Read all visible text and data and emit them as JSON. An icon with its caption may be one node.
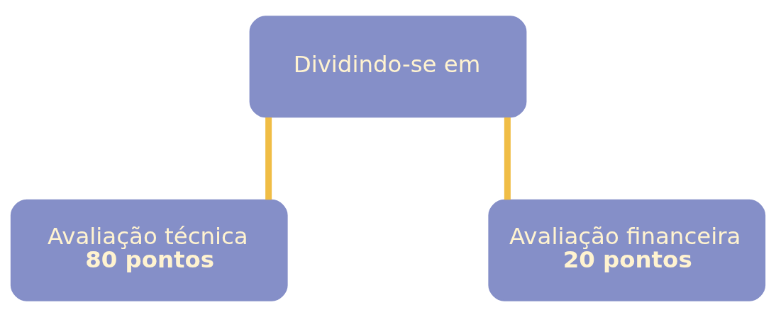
{
  "diagram": {
    "nodes": [
      {
        "text": [
          "Dividindo-se em"
        ]
      },
      {
        "text": [
          "Avaliação técnica",
          "80 pontos"
        ]
      },
      {
        "text": [
          "Avaliação financeira",
          "20 pontos"
        ]
      }
    ],
    "edges": [
      {
        "from": 0,
        "to": 1,
        "arrow": "none"
      },
      {
        "from": 0,
        "to": 2,
        "arrow": "none"
      }
    ]
  }
}
